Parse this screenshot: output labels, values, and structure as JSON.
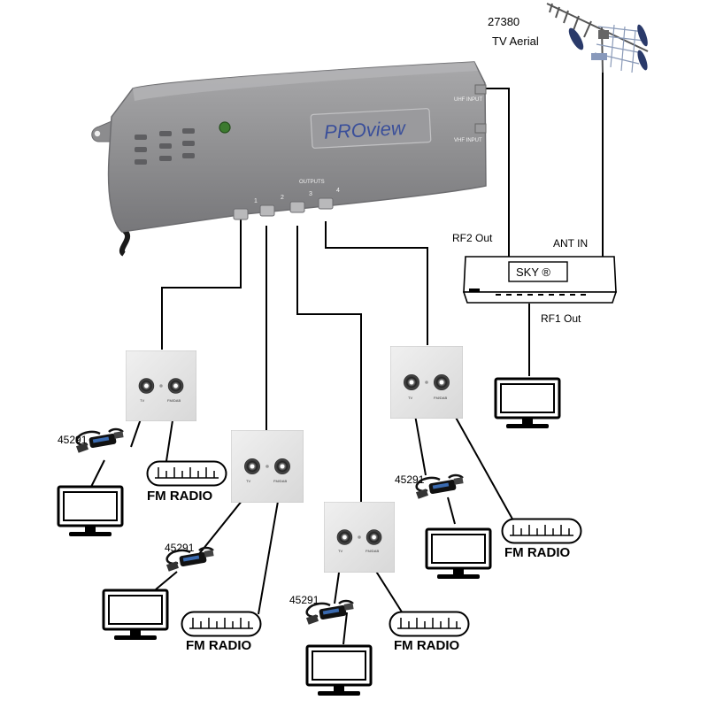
{
  "aerial": {
    "code": "27380",
    "name": "TV Aerial"
  },
  "amplifier": {
    "brand": "PROview",
    "uhf_label": "UHF INPUT",
    "vhf_label": "VHF INPUT",
    "outputs_label": "OUTPUTS",
    "ports": [
      "1",
      "2",
      "3",
      "4"
    ]
  },
  "sky_box": {
    "logo": "SKY ®",
    "ant_in_label": "ANT IN",
    "rf2_label": "RF2 Out",
    "rf1_label": "RF1 Out"
  },
  "wall_plates": [
    {
      "tv_label": "TV",
      "radio_label": "FM/DAB"
    },
    {
      "tv_label": "TV",
      "radio_label": "FM/DAB"
    },
    {
      "tv_label": "TV",
      "radio_label": "FM/DAB"
    },
    {
      "tv_label": "TV",
      "radio_label": "FM/DAB"
    }
  ],
  "isolators": [
    {
      "code": "45291"
    },
    {
      "code": "45291"
    },
    {
      "code": "45291"
    },
    {
      "code": "45291"
    }
  ],
  "radios": [
    {
      "label": "FM RADIO"
    },
    {
      "label": "FM RADIO"
    },
    {
      "label": "FM RADIO"
    },
    {
      "label": "FM RADIO"
    }
  ],
  "colors": {
    "amplifier_body": "#8e8e90",
    "brand_text": "#3a4f9a",
    "led": "#3c7a2f",
    "plate": "#e6e6e6"
  }
}
